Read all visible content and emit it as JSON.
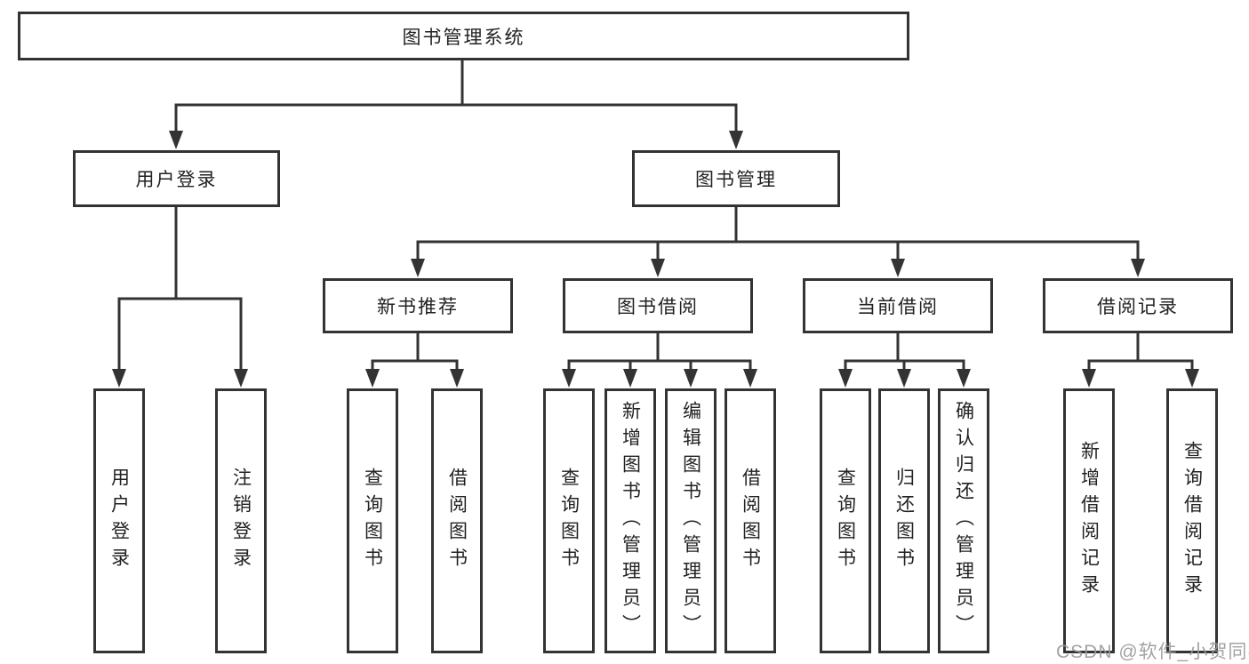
{
  "diagram": {
    "type": "hierarchy",
    "root": {
      "label": "图书管理系统",
      "children": [
        {
          "label": "用户登录",
          "children": [
            {
              "label": "用户登录"
            },
            {
              "label": "注销登录"
            }
          ]
        },
        {
          "label": "图书管理",
          "children": [
            {
              "label": "新书推荐",
              "children": [
                {
                  "label": "查询图书"
                },
                {
                  "label": "借阅图书"
                }
              ]
            },
            {
              "label": "图书借阅",
              "children": [
                {
                  "label": "查询图书"
                },
                {
                  "label": "新增图书（管理员）"
                },
                {
                  "label": "编辑图书（管理员）"
                },
                {
                  "label": "借阅图书"
                }
              ]
            },
            {
              "label": "当前借阅",
              "children": [
                {
                  "label": "查询图书"
                },
                {
                  "label": "归还图书"
                },
                {
                  "label": "确认归还（管理员）"
                }
              ]
            },
            {
              "label": "借阅记录",
              "children": [
                {
                  "label": "新增借阅记录"
                },
                {
                  "label": "查询借阅记录"
                }
              ]
            }
          ]
        }
      ]
    }
  },
  "watermark": {
    "text": "CSDN @软件_小贺同学",
    "color": "#9b9b9b"
  },
  "colors": {
    "line": "#333333",
    "box_border": "#333333",
    "text": "#222222",
    "background": "#ffffff"
  }
}
